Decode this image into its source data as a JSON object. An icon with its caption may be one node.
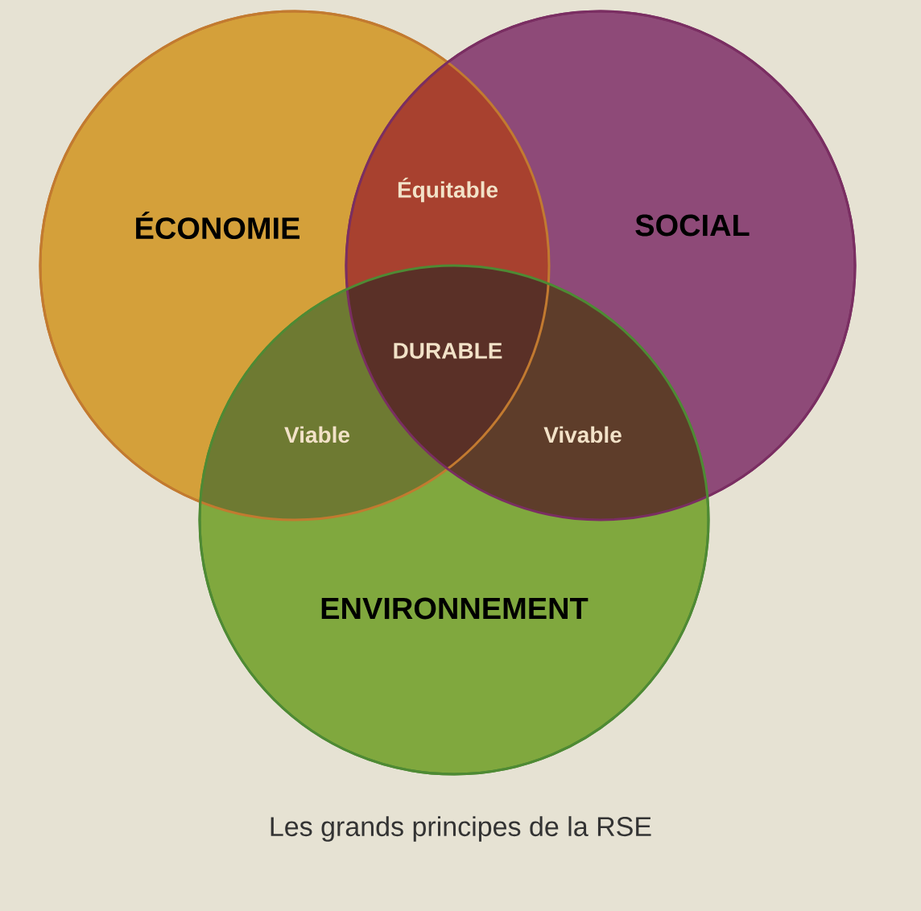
{
  "diagram": {
    "caption": "Les grands principes de la RSE",
    "nodes": [
      {
        "text": [
          "ÉCONOMIE"
        ]
      },
      {
        "text": [
          "SOCIAL"
        ]
      },
      {
        "text": [
          "ENVIRONNEMENT"
        ]
      }
    ],
    "edges": [],
    "labels": [
      "Équitable",
      "DURABLE",
      "Viable",
      "Vivable"
    ]
  }
}
